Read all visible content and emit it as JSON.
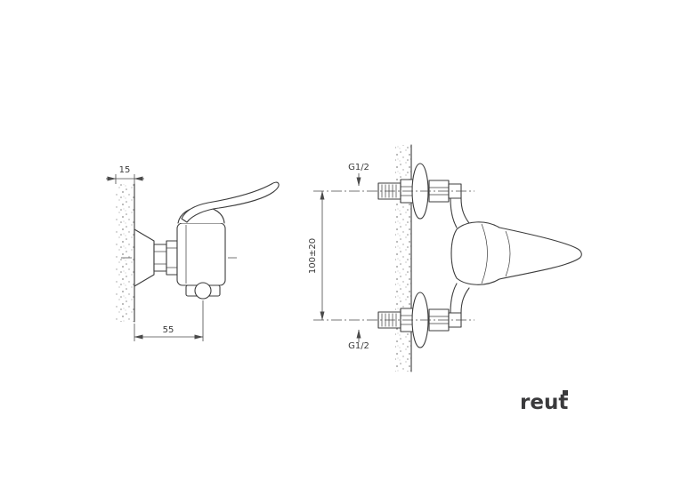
{
  "drawing": {
    "side_view": {
      "wall_thickness_label": "15",
      "outlet_distance_label": "55"
    },
    "plan_view": {
      "inlet_spacing_label": "100±20",
      "top_thread_label": "G1/2",
      "bottom_thread_label": "G1/2"
    },
    "brand": {
      "name": "reut"
    },
    "colors": {
      "line": "#3c3c3c",
      "dimension": "#4a4a4a",
      "stipple": "#8f8f8f",
      "background": "#ffffff",
      "brand": "#3a3a3c"
    }
  }
}
